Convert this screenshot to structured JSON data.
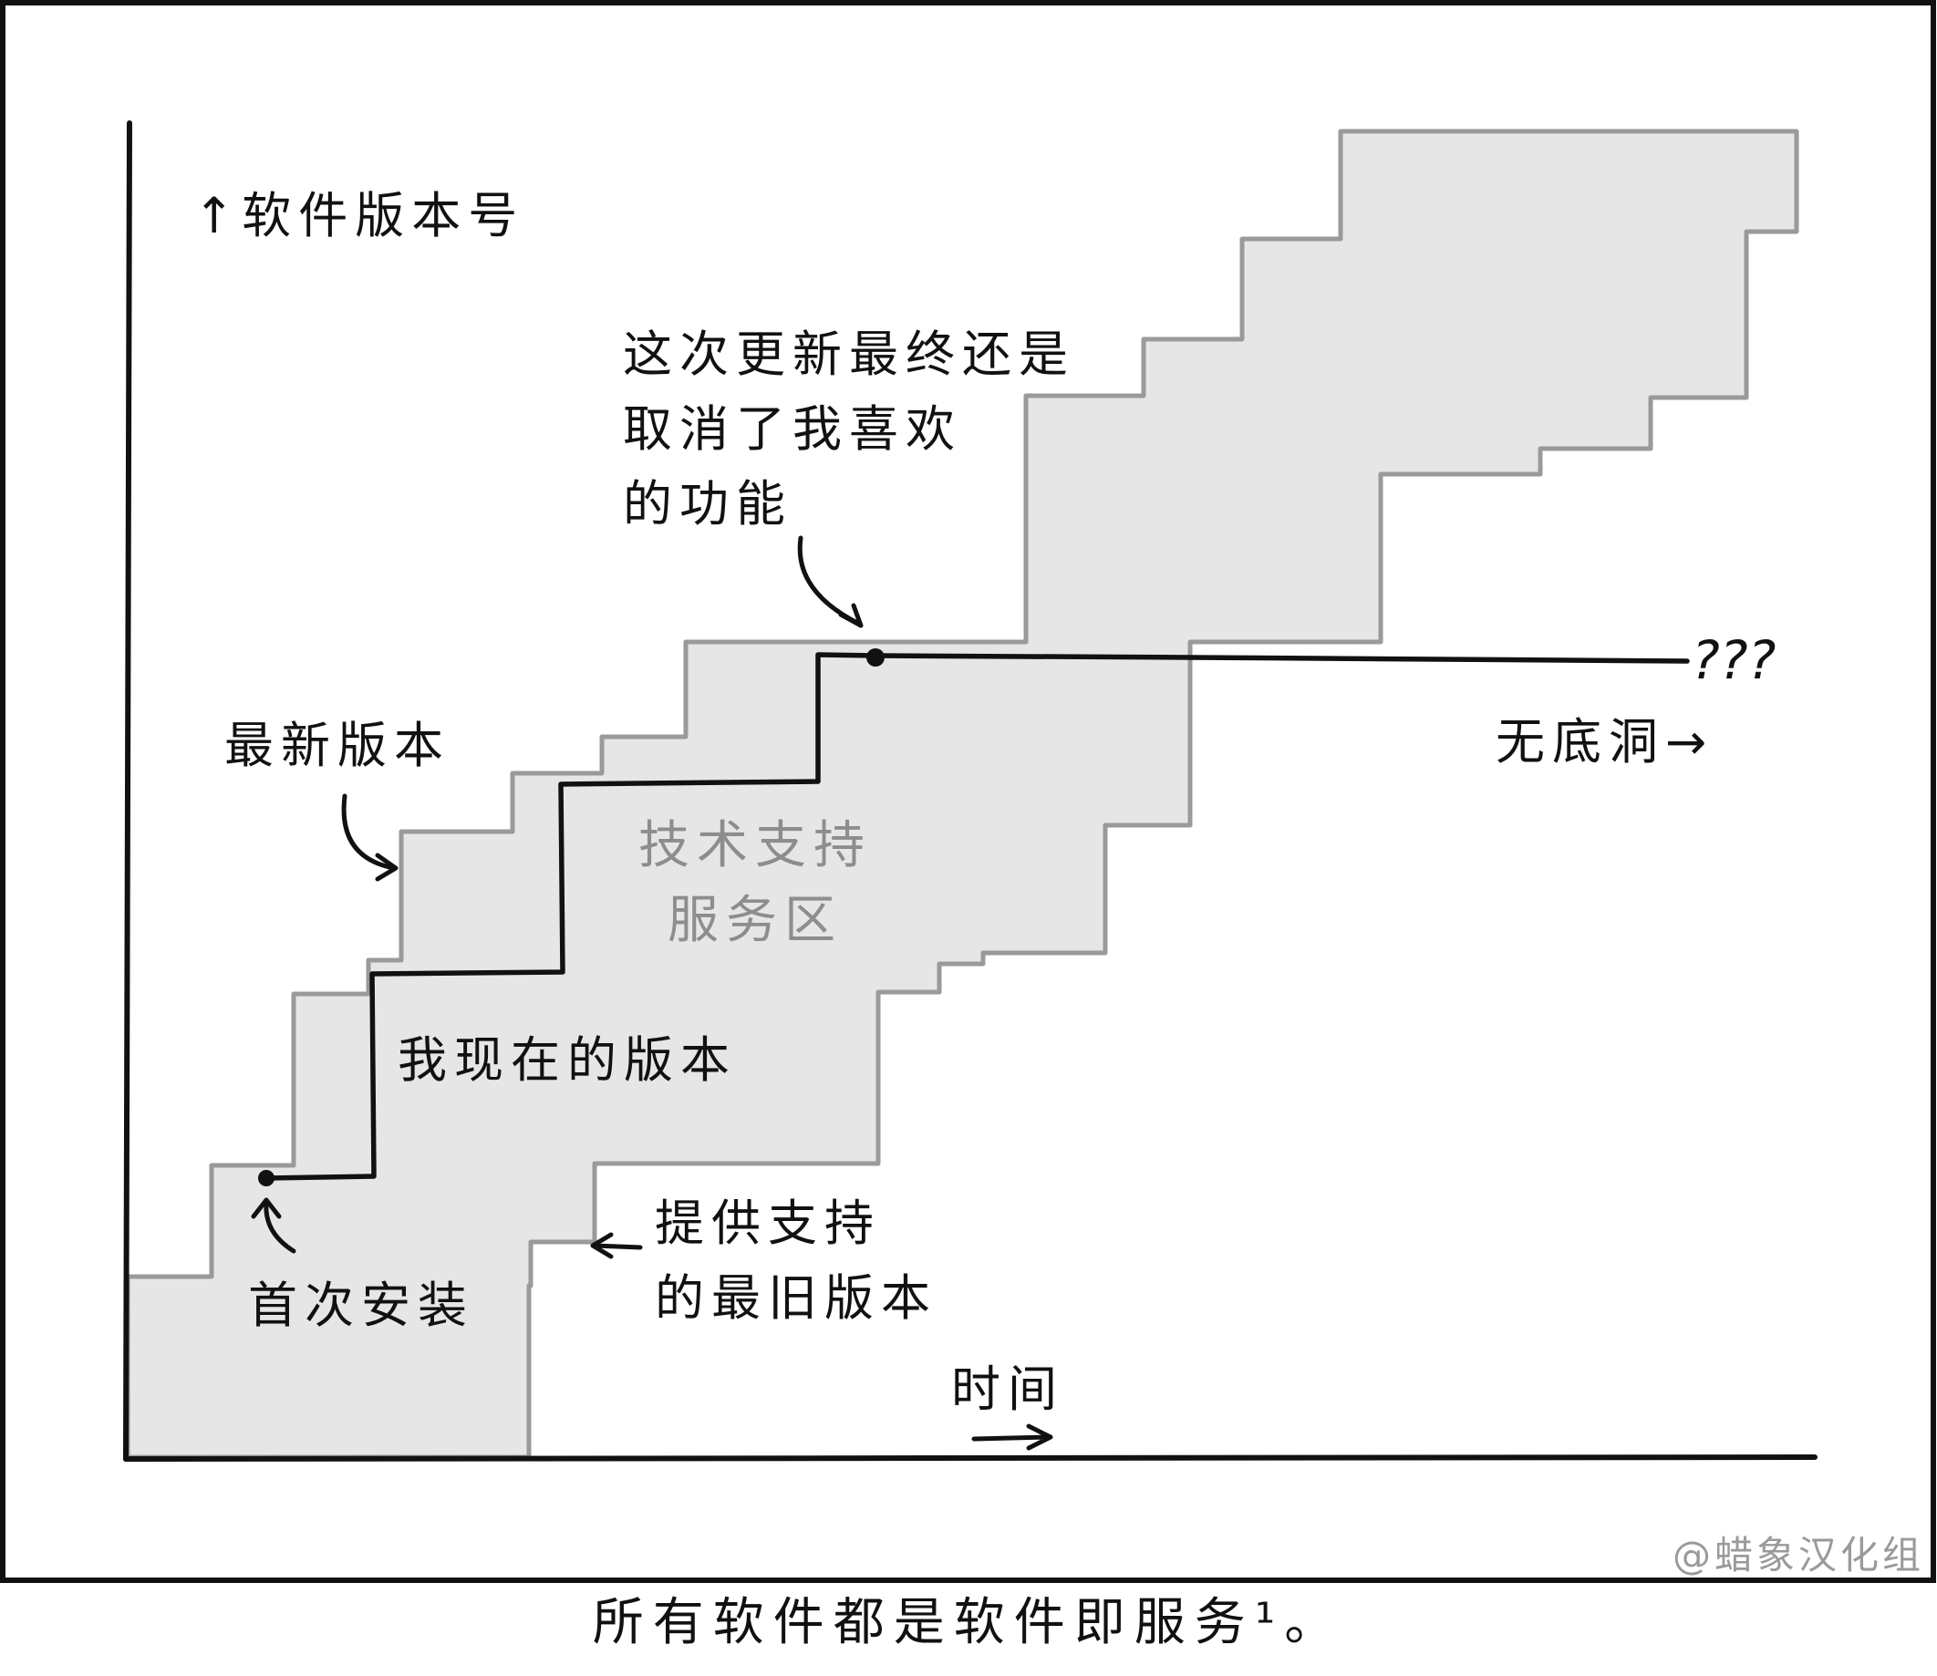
{
  "labels": {
    "y_axis": "↑软件版本号",
    "x_axis": "时间",
    "first_install": "首次安装",
    "current_version": "我现在的版本",
    "latest_version": "最新版本",
    "support_zone": "技术支持\n服务区",
    "oldest_supported": "提供支持\n的最旧版本",
    "update_note": "这次更新最终还是\n取消了我喜欢\n的功能",
    "abyss": "无底洞→",
    "question": "???"
  },
  "caption": "所有软件都是软件即服务¹。",
  "watermark": "@蜡象汉化组",
  "colors": {
    "zone_fill": "#e6e6e6",
    "zone_edge": "#9a9a9a",
    "ink": "#111111",
    "zone_text": "#8d8d8d"
  }
}
